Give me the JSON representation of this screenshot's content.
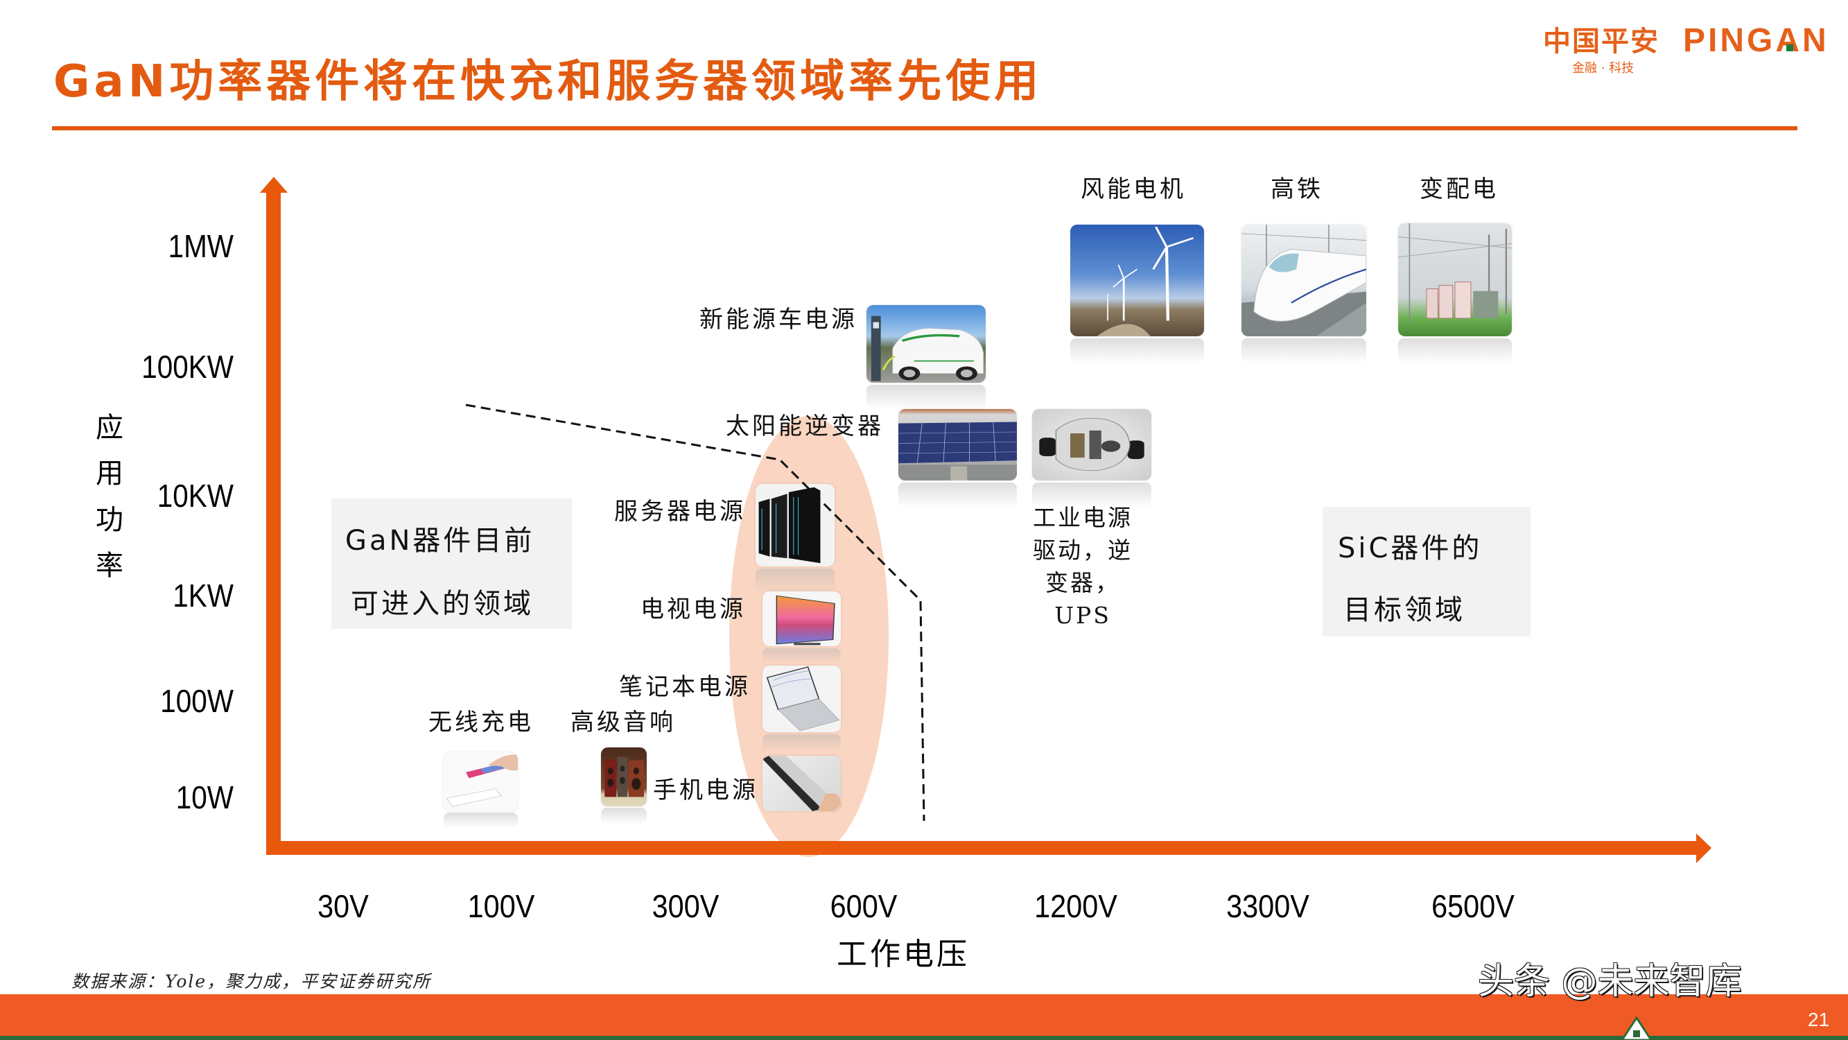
{
  "header": {
    "title": "GaN功率器件将在快充和服务器领域率先使用"
  },
  "logo": {
    "name_cn": "中国平安",
    "name_en": "PINGAN",
    "tagline": "金融 · 科技"
  },
  "axes": {
    "y_title": [
      "应",
      "用",
      "功",
      "率"
    ],
    "y_ticks": [
      "1MW",
      "100KW",
      "10KW",
      "1KW",
      "100W",
      "10W"
    ],
    "x_ticks": [
      "30V",
      "100V",
      "300V",
      "600V",
      "1200V",
      "3300V",
      "6500V"
    ],
    "x_title": "工作电压"
  },
  "regions": {
    "gan": [
      "GaN器件目前",
      "可进入的领域"
    ],
    "sic": [
      "SiC器件的",
      "目标领域"
    ]
  },
  "applications": {
    "wind_power": {
      "label": "风能电机",
      "icon": "wind-turbine-photo"
    },
    "high_speed_rail": {
      "label": "高铁",
      "icon": "high-speed-train-photo"
    },
    "power_distribution": {
      "label": "变配电",
      "icon": "substation-photo"
    },
    "ev_power": {
      "label": "新能源车电源",
      "icon": "ev-charging-photo"
    },
    "solar_inverter": {
      "label": "太阳能逆变器",
      "icon": "solar-panel-photo"
    },
    "industrial": {
      "label_lines": [
        "工业电源",
        "驱动，逆",
        "变器，",
        "UPS"
      ],
      "icon": "motor-drive-photo"
    },
    "server_power": {
      "label": "服务器电源",
      "icon": "server-rack-photo"
    },
    "tv_power": {
      "label": "电视电源",
      "icon": "television-photo"
    },
    "laptop_power": {
      "label": "笔记本电源",
      "icon": "laptop-photo"
    },
    "phone_power": {
      "label": "手机电源",
      "icon": "smartphone-photo"
    },
    "wireless_charging": {
      "label": "无线充电",
      "icon": "wireless-charger-photo"
    },
    "hifi_audio": {
      "label": "高级音响",
      "icon": "speaker-photo"
    }
  },
  "footer": {
    "source": "数据来源：Yole，聚力成，平安证券研究所",
    "watermark": "头条 @未来智库",
    "page_number": "21"
  },
  "colors": {
    "accent": "#E8590C",
    "title": "#E35B10",
    "footer_bar": "#F05A24",
    "footer_line": "#2D6A3A",
    "highlight_ellipse": "#FAD5C1",
    "region_box": "#F2F2F2",
    "logo_green": "#1E7A3C"
  },
  "chart_data": {
    "type": "scatter",
    "title": "GaN功率器件将在快充和服务器领域率先使用",
    "xlabel": "工作电压",
    "ylabel": "应用功率",
    "x_ticks": [
      "30V",
      "100V",
      "300V",
      "600V",
      "1200V",
      "3300V",
      "6500V"
    ],
    "y_ticks": [
      "10W",
      "100W",
      "1KW",
      "10KW",
      "100KW",
      "1MW"
    ],
    "points": [
      {
        "label": "无线充电",
        "x": "~100V",
        "y": "~10W"
      },
      {
        "label": "高级音响",
        "x": "~200V",
        "y": "~10W"
      },
      {
        "label": "手机电源",
        "x": "~450V",
        "y": "~10W"
      },
      {
        "label": "笔记本电源",
        "x": "~450V",
        "y": "~100W"
      },
      {
        "label": "电视电源",
        "x": "~450V",
        "y": "~300W"
      },
      {
        "label": "服务器电源",
        "x": "~450V",
        "y": "~3KW"
      },
      {
        "label": "太阳能逆变器",
        "x": "~900V",
        "y": "~30KW"
      },
      {
        "label": "工业电源驱动，逆变器，UPS",
        "x": "~1200V",
        "y": "~30KW"
      },
      {
        "label": "新能源车电源",
        "x": "~800V",
        "y": "~100KW"
      },
      {
        "label": "风能电机",
        "x": "~1200V",
        "y": "~1MW"
      },
      {
        "label": "高铁",
        "x": "~3300V",
        "y": "~1MW"
      },
      {
        "label": "变配电",
        "x": "~6500V",
        "y": "~1MW"
      }
    ],
    "regions": [
      {
        "name": "GaN器件目前可进入的领域",
        "highlight": "ellipse around 300V-600V, 10W-10KW"
      },
      {
        "name": "SiC器件的目标领域"
      }
    ],
    "annotations": [
      "dashed boundary line separating GaN and SiC application areas"
    ]
  }
}
